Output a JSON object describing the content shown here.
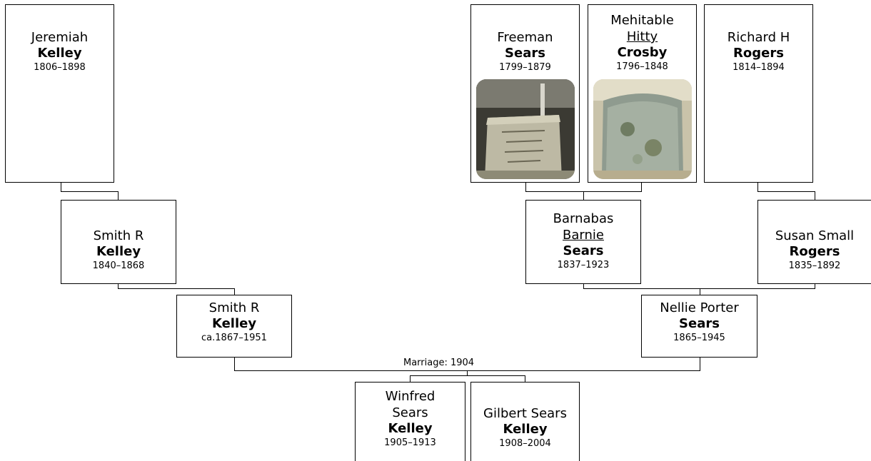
{
  "people": {
    "jeremiah": {
      "given": "Jeremiah",
      "surname": "Kelley",
      "dates": "1806–1898"
    },
    "freeman": {
      "given": "Freeman",
      "surname": "Sears",
      "dates": "1799–1879",
      "photo": "gravestone"
    },
    "mehitable": {
      "given": "Mehitable",
      "nickname": "Hitty",
      "surname": "Crosby",
      "dates": "1796–1848",
      "photo": "gravestone"
    },
    "richard": {
      "given": "Richard H",
      "surname": "Rogers",
      "dates": "1814–1894"
    },
    "smith_sr": {
      "given": "Smith R",
      "surname": "Kelley",
      "dates": "1840–1868"
    },
    "barnabas": {
      "given": "Barnabas",
      "nickname": "Barnie",
      "surname": "Sears",
      "dates": "1837–1923"
    },
    "susan": {
      "given": "Susan Small",
      "surname": "Rogers",
      "dates": "1835–1892"
    },
    "smith_jr": {
      "given": "Smith R",
      "surname": "Kelley",
      "dates": "ca.1867–1951"
    },
    "nellie": {
      "given": "Nellie Porter",
      "surname": "Sears",
      "dates": "1865–1945"
    },
    "winfred": {
      "given": "Winfred Sears",
      "surname": "Kelley",
      "dates": "1905–1913"
    },
    "gilbert": {
      "given": "Gilbert Sears",
      "surname": "Kelley",
      "dates": "1908–2004"
    }
  },
  "marriage": {
    "label": "Marriage: 1904"
  },
  "colors": {
    "line": "#000000",
    "box_border": "#000000",
    "background": "#ffffff"
  }
}
